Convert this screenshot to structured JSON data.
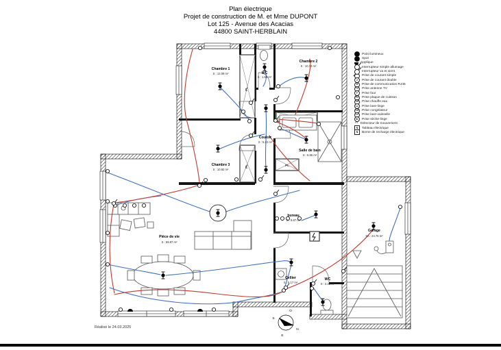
{
  "title": {
    "line1": "Plan électrique",
    "line2": "Projet de construction de M. et Mme DUPONT",
    "line3": "Lot 125 - Avenue des Acacias",
    "line4": "44800 SAINT-HERBLAIN"
  },
  "date_note": "Réalisé le 24.03.2025",
  "labels": {
    "closet": "PL"
  },
  "colors": {
    "circuit_power_blue": "#3f6fbf",
    "circuit_light_red": "#c0392b",
    "wall_black": "#151515"
  },
  "compass": {
    "north": "N",
    "south": "S",
    "east": "E",
    "west": "O"
  },
  "rooms": [
    {
      "name": "Chambre 1",
      "area": "S : 12.09 m²"
    },
    {
      "name": "WC",
      "area": "S : 1.69 m²"
    },
    {
      "name": "Chambre 2",
      "area": "S : 10.74 m²"
    },
    {
      "name": "Couloir",
      "area": "S : 5.22 m²"
    },
    {
      "name": "Salle de bain",
      "area": "S : 6.95 m²"
    },
    {
      "name": "Chambre 3",
      "area": "S : 10.92 m²"
    },
    {
      "name": "Pièce de vie",
      "area": "S : 59.87 m²"
    },
    {
      "name": "bureau",
      "area": "S : 9.87 m²"
    },
    {
      "name": "Garage",
      "area": "SA : 24.76 m²"
    },
    {
      "name": "Cellier",
      "area": "S : 5.17 m²"
    },
    {
      "name": "WC",
      "area": "S : 2.38 m²"
    }
  ],
  "legend": {
    "items": [
      {
        "label": "Point lumineux",
        "letter": ""
      },
      {
        "label": "Spot",
        "letter": ""
      },
      {
        "label": "Applique",
        "letter": ""
      },
      {
        "label": "Interrupteur simple allumage",
        "letter": ""
      },
      {
        "label": "Interrupteur va et vient",
        "letter": ""
      },
      {
        "label": "Prise de courant simple",
        "letter": ""
      },
      {
        "label": "Prise de courant double",
        "letter": "2"
      },
      {
        "label": "Prise de communication RJ45",
        "letter": "R"
      },
      {
        "label": "Prise antenne TV",
        "letter": "TV"
      },
      {
        "label": "Prise four",
        "letter": "F"
      },
      {
        "label": "Prise plaque de cuisson",
        "letter": "PC"
      },
      {
        "label": "Prise chauffe eau",
        "letter": "CE"
      },
      {
        "label": "Prise lave-linge",
        "letter": "LL"
      },
      {
        "label": "Prise congélateur",
        "letter": "CG"
      },
      {
        "label": "Prise lave-vaisselle",
        "letter": "LV"
      },
      {
        "label": "Prise sèche-linge",
        "letter": "SL"
      },
      {
        "label": "Détecteur de mouvement",
        "letter": "◠"
      },
      {
        "label": "Tableau électrique",
        "letter": "↯"
      },
      {
        "label": "Borne de recharge électrique",
        "letter": "↯"
      }
    ]
  }
}
